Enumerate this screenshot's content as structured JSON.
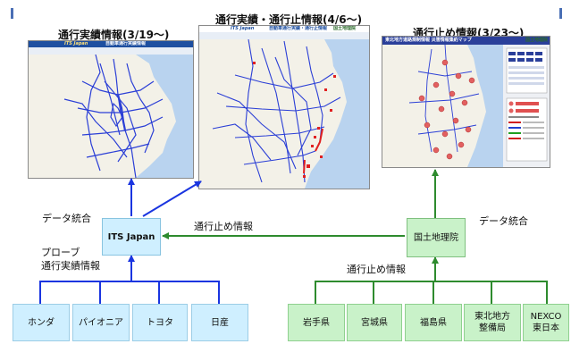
{
  "screens": {
    "left": {
      "title": "通行実績情報(3/19〜)",
      "brand": "ITS Japan",
      "subtitle": "自動車通行実績情報"
    },
    "center": {
      "title": "通行実績・通行止情報(4/6〜)",
      "brand": "ITS Japan",
      "subtitle": "自動車通行実績・通行止情報",
      "logo_text": "国土地理院"
    },
    "right": {
      "title": "通行止め情報(3/23〜)",
      "header_text": "東北地方道路規制情報 災害情報集約マップ",
      "logo_text": "国土地理院"
    }
  },
  "hubs": {
    "its": "ITS Japan",
    "geo": "国土地理院"
  },
  "labels": {
    "data_integration_left": "データ統合",
    "data_integration_right": "データ統合",
    "closure_info_center": "通行止め情報",
    "probe_line1": "プローブ",
    "probe_line2": "通行実績情報",
    "closure_info_bottom": "通行止め情報"
  },
  "sources_left": [
    {
      "label": "ホンダ"
    },
    {
      "label": "パイオニア"
    },
    {
      "label": "トヨタ"
    },
    {
      "label": "日産"
    }
  ],
  "sources_right": [
    {
      "label": "岩手県"
    },
    {
      "label": "宮城県"
    },
    {
      "label": "福島県"
    },
    {
      "label": "東北地方\n整備局"
    },
    {
      "label": "NEXCO\n東日本"
    }
  ],
  "colors": {
    "blue": "#1a35e0",
    "green": "#2e8b2e"
  }
}
